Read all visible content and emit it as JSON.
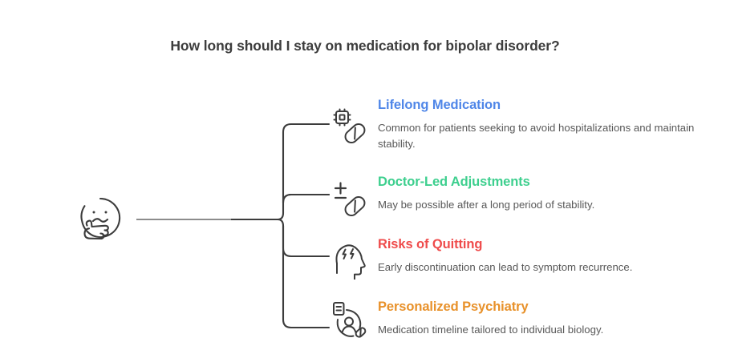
{
  "page": {
    "title": "How long should I stay on medication for bipolar disorder?",
    "background_color": "#ffffff",
    "title_color": "#3d3d3d",
    "connector_color": "#3c3c3c",
    "trunk_color": "#8c8c8c",
    "body_text_color": "#585858"
  },
  "root": {
    "icon": "thinking-face-icon",
    "label": ""
  },
  "branches": [
    {
      "icon": "chip-pill-icon",
      "heading": "Lifelong Medication",
      "color": "#4f86e8",
      "description": "Common for patients seeking to avoid hospitalizations and maintain stability."
    },
    {
      "icon": "plus-minus-pill-icon",
      "heading": "Doctor-Led Adjustments",
      "color": "#3dcf8e",
      "description": "May be possible after a long period of stability."
    },
    {
      "icon": "head-lightning-icon",
      "heading": "Risks of Quitting",
      "color": "#ef4c4c",
      "description": "Early discontinuation can lead to symptom recurrence."
    },
    {
      "icon": "person-document-pill-icon",
      "heading": "Personalized Psychiatry",
      "color": "#e8912a",
      "description": "Medication timeline tailored to individual biology."
    }
  ]
}
